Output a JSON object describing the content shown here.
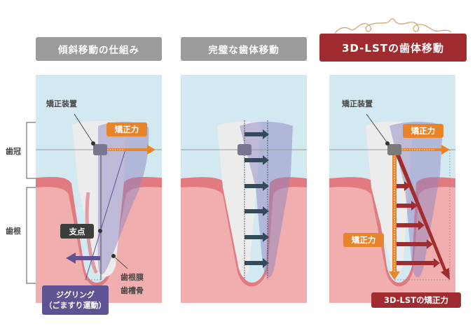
{
  "titles": {
    "left": "傾斜移動の仕組み",
    "middle": "完璧な歯体移動",
    "right": "3D-LSTの歯体移動"
  },
  "side_labels": {
    "crown": "歯冠",
    "root": "歯根"
  },
  "left_panel": {
    "device_label": "矯正装置",
    "force_label": "矯正力",
    "fulcrum_label": "支点",
    "ligament_label": "歯根膜",
    "bone_label": "歯槽骨",
    "jiggling_line1": "ジグリング",
    "jiggling_line2": "（ごますり運動）"
  },
  "right_panel": {
    "device_label": "矯正装置",
    "force_label_top": "矯正力",
    "force_label_side": "矯正力",
    "force_label_bottom": "3D-LSTの矯正力"
  },
  "colors": {
    "sky": "#d3e9f1",
    "gum": "#f0aeae",
    "gum_edge": "#e27b80",
    "tooth": "#ececec",
    "ghost": "#8d86c0",
    "orange": "#e8842a",
    "dark_arrow": "#34495a",
    "red": "#a12c30",
    "purple": "#5f5393",
    "gray_title": "#9b9b9b"
  }
}
